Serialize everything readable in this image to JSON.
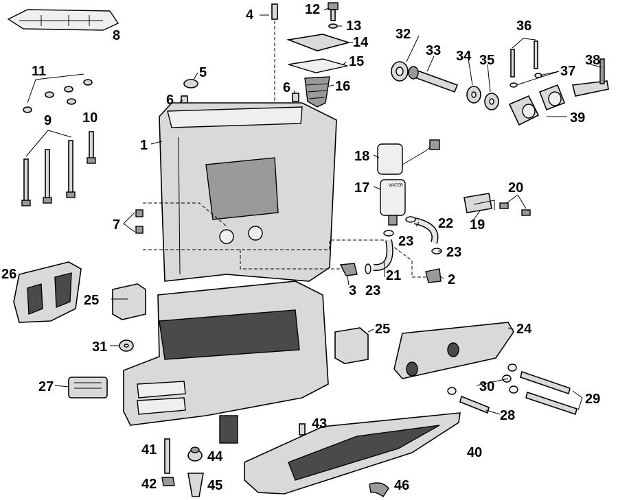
{
  "callouts": [
    {
      "id": "c1",
      "text": "1"
    },
    {
      "id": "c2",
      "text": "2"
    },
    {
      "id": "c3",
      "text": "3"
    },
    {
      "id": "c4",
      "text": "4"
    },
    {
      "id": "c5",
      "text": "5"
    },
    {
      "id": "c6a",
      "text": "6"
    },
    {
      "id": "c6b",
      "text": "6"
    },
    {
      "id": "c7",
      "text": "7"
    },
    {
      "id": "c8",
      "text": "8"
    },
    {
      "id": "c9",
      "text": "9"
    },
    {
      "id": "c10",
      "text": "10"
    },
    {
      "id": "c11",
      "text": "11"
    },
    {
      "id": "c12",
      "text": "12"
    },
    {
      "id": "c13",
      "text": "13"
    },
    {
      "id": "c14",
      "text": "14"
    },
    {
      "id": "c15",
      "text": "15"
    },
    {
      "id": "c16",
      "text": "16"
    },
    {
      "id": "c17",
      "text": "17"
    },
    {
      "id": "c18",
      "text": "18"
    },
    {
      "id": "c19",
      "text": "19"
    },
    {
      "id": "c20",
      "text": "20"
    },
    {
      "id": "c21",
      "text": "21"
    },
    {
      "id": "c22",
      "text": "22"
    },
    {
      "id": "c23a",
      "text": "23"
    },
    {
      "id": "c23b",
      "text": "23"
    },
    {
      "id": "c23c",
      "text": "23"
    },
    {
      "id": "c24",
      "text": "24"
    },
    {
      "id": "c25a",
      "text": "25"
    },
    {
      "id": "c25b",
      "text": "25"
    },
    {
      "id": "c26",
      "text": "26"
    },
    {
      "id": "c27",
      "text": "27"
    },
    {
      "id": "c28",
      "text": "28"
    },
    {
      "id": "c29",
      "text": "29"
    },
    {
      "id": "c30",
      "text": "30"
    },
    {
      "id": "c31",
      "text": "31"
    },
    {
      "id": "c32",
      "text": "32"
    },
    {
      "id": "c33",
      "text": "33"
    },
    {
      "id": "c34",
      "text": "34"
    },
    {
      "id": "c35",
      "text": "35"
    },
    {
      "id": "c36",
      "text": "36"
    },
    {
      "id": "c37",
      "text": "37"
    },
    {
      "id": "c38",
      "text": "38"
    },
    {
      "id": "c39",
      "text": "39"
    },
    {
      "id": "c40",
      "text": "40"
    },
    {
      "id": "c41",
      "text": "41"
    },
    {
      "id": "c42",
      "text": "42"
    },
    {
      "id": "c43",
      "text": "43"
    },
    {
      "id": "c44",
      "text": "44"
    },
    {
      "id": "c45",
      "text": "45"
    },
    {
      "id": "c46",
      "text": "46"
    }
  ],
  "labels": {
    "water_sensor_text": "WATER"
  },
  "colors": {
    "line": "#000000",
    "part_fill": "#d9d9d9",
    "part_dark": "#4a4a4a",
    "background": "#ffffff"
  }
}
